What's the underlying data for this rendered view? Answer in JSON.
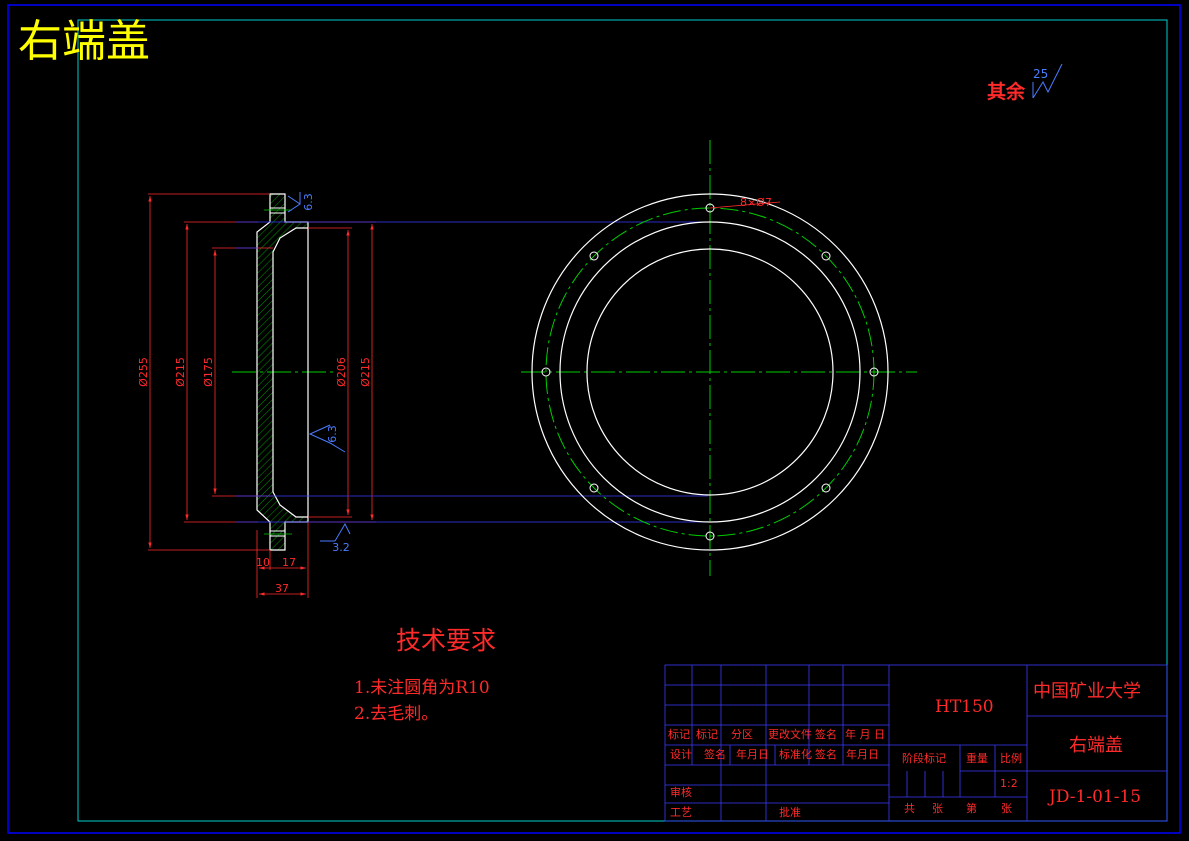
{
  "sheet": {
    "title": "右端盖",
    "roughness_rest_label": "其余",
    "roughness_rest_value": "25"
  },
  "side_view": {
    "dims": {
      "d255": "Ø255",
      "d215_left": "Ø215",
      "d175": "Ø175",
      "d206": "Ø206",
      "d215_right": "Ø215",
      "w10": "10",
      "w17": "17",
      "w37": "37"
    },
    "roughness": {
      "top": "6.3",
      "mid": "6.3",
      "bottom": "3.2"
    }
  },
  "front_view": {
    "holes_label": "8×Ø7",
    "hole_count": 8
  },
  "tech_requirements": {
    "heading": "技术要求",
    "items": [
      "1.未注圆角为R10",
      "2.去毛刺。"
    ]
  },
  "title_block": {
    "material": "HT150",
    "organization": "中国矿业大学",
    "part_name": "右端盖",
    "drawing_number": "JD-1-01-15",
    "scale": "1:2",
    "header_row": [
      "标记",
      "标记",
      "分区",
      "更改文件",
      "签名",
      "年 月 日"
    ],
    "design_row": [
      "设计",
      "签名",
      "年月日",
      "标准化",
      "签名",
      "年月日"
    ],
    "stage_mark": "阶段标记",
    "weight": "重量",
    "ratio": "比例",
    "review": "审核",
    "process": "工艺",
    "approve": "批准",
    "sheets_total": "共",
    "sheets_unit1": "张",
    "sheet_of": "第",
    "sheets_unit2": "张"
  },
  "colors": {
    "outline": "#ffffff",
    "center": "#00cc00",
    "dimension": "#ff2a2a",
    "border_outer": "#0000ff",
    "border_inner": "#00cccc",
    "title": "#ffff00",
    "table_lines": "#3a3aff"
  }
}
